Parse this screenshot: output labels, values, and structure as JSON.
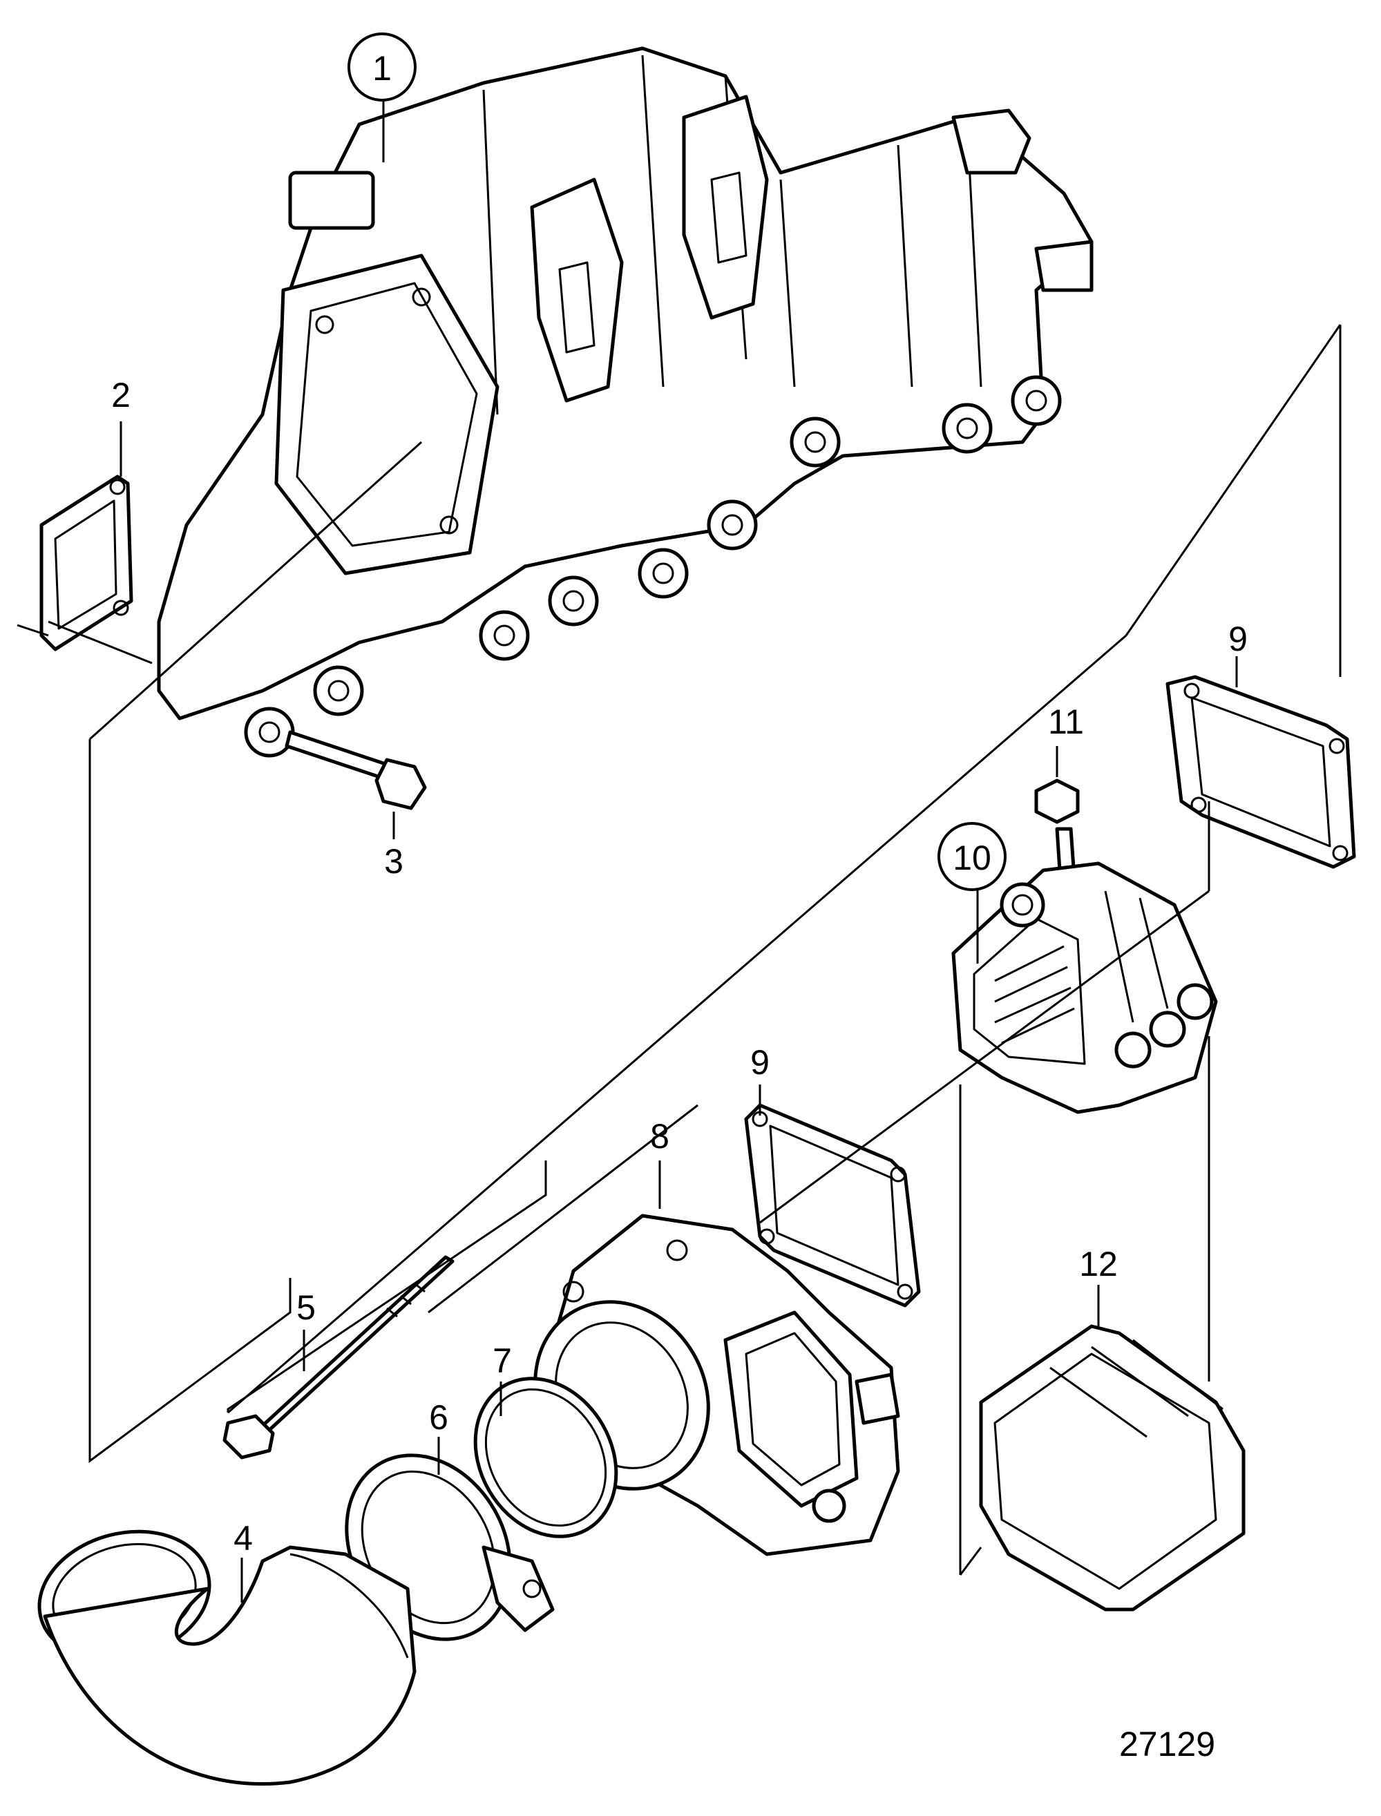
{
  "figure_number": "27129",
  "callouts": [
    {
      "id": "1",
      "text": "1",
      "circled": true
    },
    {
      "id": "2",
      "text": "2",
      "circled": false
    },
    {
      "id": "3",
      "text": "3",
      "circled": false
    },
    {
      "id": "4",
      "text": "4",
      "circled": false
    },
    {
      "id": "5",
      "text": "5",
      "circled": false
    },
    {
      "id": "6",
      "text": "6",
      "circled": false
    },
    {
      "id": "7",
      "text": "7",
      "circled": false
    },
    {
      "id": "8",
      "text": "8",
      "circled": false
    },
    {
      "id": "9a",
      "text": "9",
      "circled": false
    },
    {
      "id": "9b",
      "text": "9",
      "circled": false
    },
    {
      "id": "10",
      "text": "10",
      "circled": true
    },
    {
      "id": "11",
      "text": "11",
      "circled": false
    },
    {
      "id": "12",
      "text": "12",
      "circled": false
    }
  ]
}
